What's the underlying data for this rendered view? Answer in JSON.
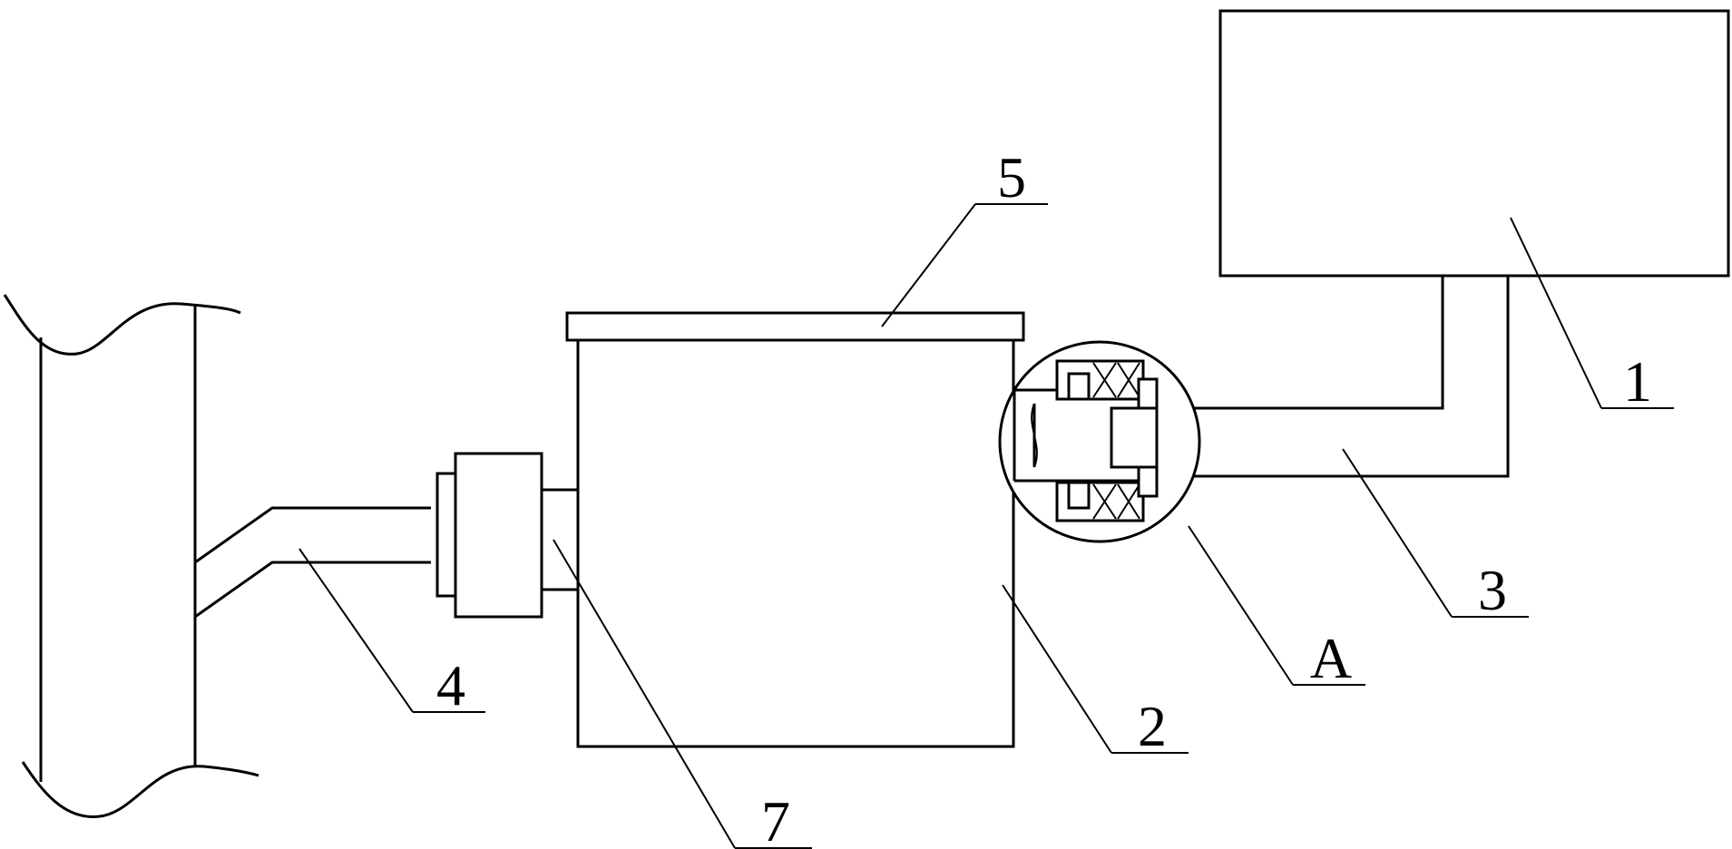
{
  "labels": {
    "part1": "1",
    "part2": "2",
    "part3": "3",
    "part4": "4",
    "part5": "5",
    "part7": "7",
    "detailA": "A"
  },
  "colors": {
    "line": "#000000",
    "background": "#ffffff"
  }
}
